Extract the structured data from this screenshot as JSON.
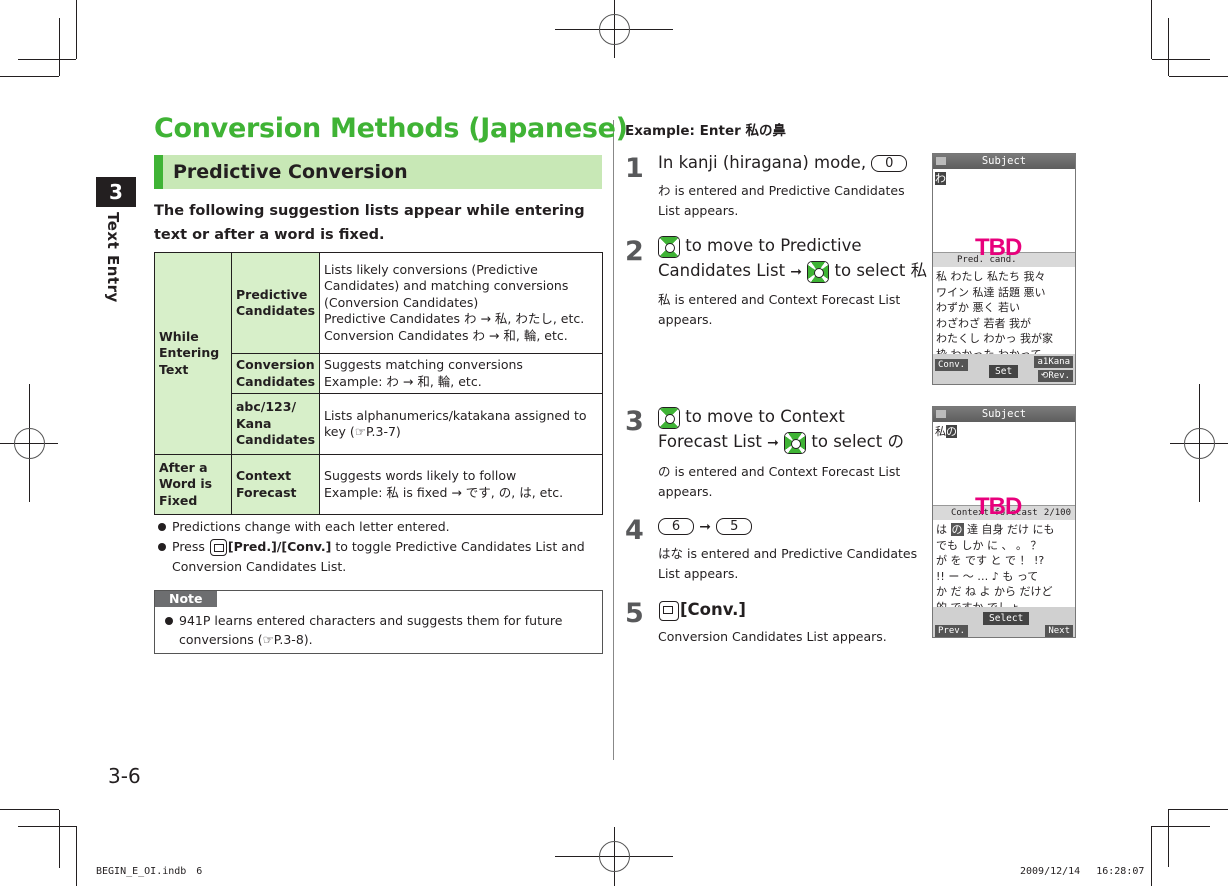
{
  "chapter": {
    "number": "3",
    "label": "Text Entry"
  },
  "page_number": "3-6",
  "footer": {
    "file": "BEGIN_E_OI.indb　6",
    "timestamp": "2009/12/14　 16:28:07"
  },
  "left": {
    "title": "Conversion Methods (Japanese)",
    "section": "Predictive Conversion",
    "intro": "The following suggestion lists appear while entering text or after a word is fixed.",
    "table": {
      "group1": "While Entering Text",
      "group2": "After a Word is Fixed",
      "rows": [
        {
          "name": "Predictive Candidates",
          "desc1": "Lists likely conversions (Predictive Candidates) and matching conversions (Conversion Candidates)",
          "desc2": "Predictive Candidates わ → 私, わたし, etc.",
          "desc3": "Conversion Candidates わ → 和, 輪, etc."
        },
        {
          "name": "Conversion Candidates",
          "desc1": "Suggests matching conversions",
          "desc2": "Example: わ → 和, 輪, etc."
        },
        {
          "name": "abc/123/ Kana Candidates",
          "desc1": "Lists alphanumerics/katakana assigned to key (☞P.3-7)"
        },
        {
          "name": "Context Forecast",
          "desc1": "Suggests words likely to follow",
          "desc2": "Example: 私 is fixed → です, の, は, etc."
        }
      ]
    },
    "bullets": [
      "Predictions change with each letter entered.",
      {
        "pre": "Press ",
        "bold": "[Pred.]/[Conv.]",
        "post": " to toggle Predictive Candidates List and Conversion Candidates List."
      }
    ],
    "note": {
      "tag": "Note",
      "text": "941P learns entered characters and suggests them for future conversions (☞P.3-8)."
    }
  },
  "right": {
    "example": "Example: Enter 私の鼻",
    "steps": [
      {
        "num": "1",
        "main_pre": "In kanji (hiragana) mode, ",
        "key": "0",
        "sub": "わ is entered and Predictive Candidates List appears."
      },
      {
        "num": "2",
        "main_a": " to move to Predictive Candidates List ",
        "arrow": "➞",
        "main_b": " to select 私",
        "sub": "私 is entered and Context Forecast List appears."
      },
      {
        "num": "3",
        "main_a": " to move to Context Forecast List ",
        "arrow": "➞",
        "main_b": " to select の",
        "sub": "の is entered and Context Forecast List appears."
      },
      {
        "num": "4",
        "key1": "6",
        "arrow": "➞",
        "key2": "5",
        "sub": "はな is entered and Predictive Candidates List appears."
      },
      {
        "num": "5",
        "main": "[Conv.]",
        "sub": "Conversion Candidates List appears."
      }
    ]
  },
  "screens": [
    {
      "title": "Subject",
      "input_hl": "わ",
      "input_plain": "",
      "bar_left": "Pred. cand.",
      "bar_right": "",
      "watermark": "TBD",
      "candidates": [
        "私 わたし 私たち 我々",
        "ワイン 私達 話題 悪い",
        "わずか 悪く 若い",
        "わざわざ 若者 我が",
        "わたくし わかっ 我が家",
        "枠 わかった わかって"
      ],
      "softkeys": {
        "left": "Conv.",
        "center": "Set",
        "right_top": "a1Kana",
        "right_bottom": "⟲Rev."
      }
    },
    {
      "title": "Subject",
      "input_plain": "私",
      "input_hl": "の",
      "bar_left": "Context forecast",
      "bar_right": "2/100",
      "watermark": "TBD",
      "candidates_first_pre": "は ",
      "candidates_first_hl": "の",
      "candidates_first_post": " 達 自身 だけ にも",
      "candidates": [
        "でも しか に 、 。 ？",
        "が を です と で ！ !?",
        "!! ー 〜 … ♪ も って",
        "か だ ね よ から だけど",
        "的 ですか でしょ"
      ],
      "softkeys": {
        "left": "Prev.",
        "center": "Select",
        "right": "Next"
      }
    }
  ]
}
